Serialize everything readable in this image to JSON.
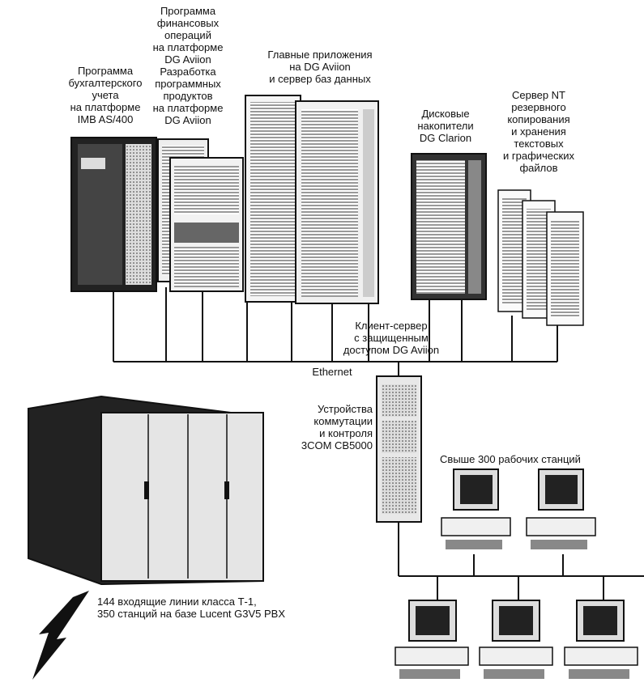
{
  "labels": {
    "accounting": "Программа\nбухгалтерского\nучета\nна платформе\nIMB AS/400",
    "finance": "Программа\nфинансовых\nопераций\nна платформе\nDG Aviion\nРазработка\nпрограммных\nпродуктов\nна платформе\nDG Aviion",
    "main_apps": "Главные приложения\nна DG Aviion\nи сервер баз данных",
    "disk": "Дисковые\nнакопители\nDG Clarion",
    "nt_server": "Сервер NT\nрезервного\nкопирования\nи хранения\nтекстовых\nи графических\nфайлов",
    "client_server": "Клиент-сервер\nс защищенным\nдоступом DG Aviion",
    "ethernet": "Ethernet",
    "switch": "Устройства\nкоммутации\nи контроля\n3COM CB5000",
    "workstations": "Свыше 300 рабочих станций",
    "pbx": "144 входящие линии класса Т-1,\n350 станций на базе Lucent G3V5 PBX"
  },
  "colors": {
    "ink": "#111111",
    "paper": "#ffffff",
    "shade": "#555555",
    "light": "#d8d8d8"
  }
}
